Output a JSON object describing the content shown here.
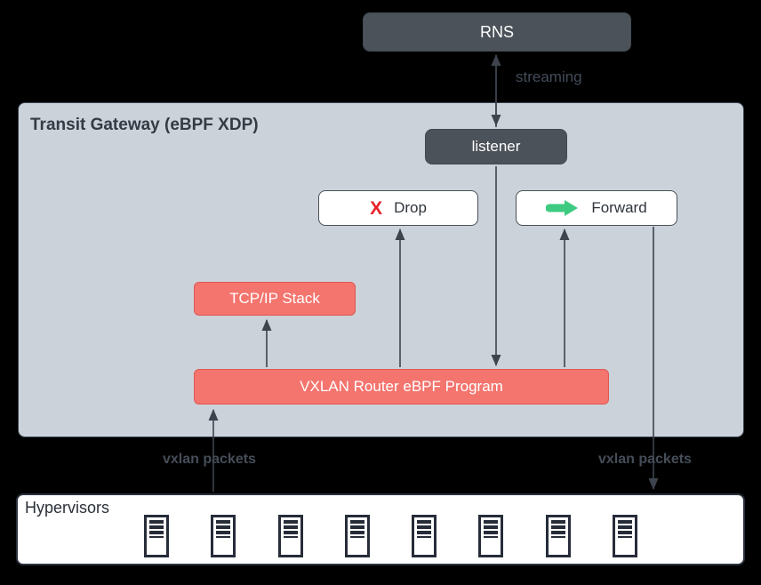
{
  "diagram": {
    "gateway_title": "Transit Gateway (eBPF XDP)",
    "nodes": {
      "rns": "RNS",
      "listener": "listener",
      "drop": "Drop",
      "forward": "Forward",
      "tcpip_stack": "TCP/IP Stack",
      "vxlan_router": "VXLAN Router eBPF Program",
      "hypervisors": "Hypervisors"
    },
    "icons": {
      "drop": "x-icon",
      "forward": "arrow-right-icon",
      "hypervisor": "server-icon"
    },
    "drop_x_glyph": "X",
    "server_count": 8,
    "labels": {
      "streaming": "streaming",
      "vxlan_packets_left": "vxlan packets",
      "vxlan_packets_right": "vxlan packets"
    },
    "colors": {
      "background": "#000000",
      "gateway_fill": "#ccd2d9",
      "dark_node_fill": "#4c525a",
      "salmon_fill": "#f4746e",
      "salmon_border": "#e05752",
      "white_node_fill": "#ffffff",
      "edge_color": "#3d444e",
      "drop_x_color": "#e8222a",
      "forward_arrow_color": "#3ecb81",
      "edge_label_color": "#454d58"
    }
  }
}
